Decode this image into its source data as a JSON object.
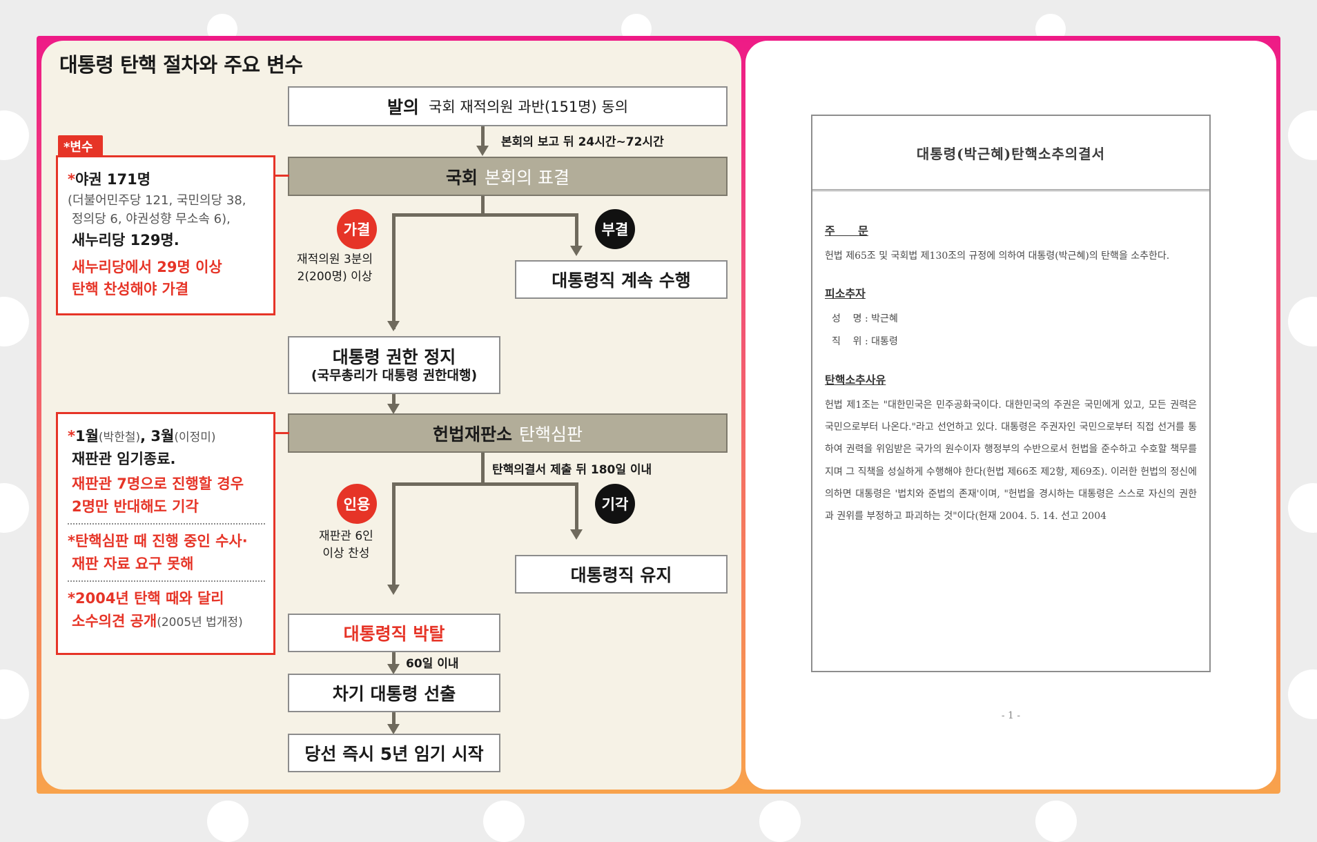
{
  "diagram": {
    "title": "대통령 탄핵 절차와 주요 변수",
    "steps": {
      "proposal_head": "발의",
      "proposal_detail": "국회 재적의원 과반(151명) 동의",
      "note_after_proposal": "본회의 보고 뒤 24시간~72시간",
      "vote_main": "국회",
      "vote_light": "본회의 표결",
      "passed_badge": "가결",
      "passed_condition_1": "재적의원 3분의",
      "passed_condition_2": "2(200명) 이상",
      "rejected_badge": "부결",
      "continue_duties": "대통령직 계속 수행",
      "suspension_main": "대통령 권한 정지",
      "suspension_sub": "(국무총리가 대통령 권한대행)",
      "court_main": "헌법재판소",
      "court_light": "탄핵심판",
      "note_after_court": "탄핵의결서 제출 뒤 180일 이내",
      "upheld_badge": "인용",
      "upheld_condition_1": "재판관 6인",
      "upheld_condition_2": "이상 찬성",
      "dismissed_badge": "기각",
      "keep_office": "대통령직 유지",
      "removal": "대통령직 박탈",
      "note_after_removal": "60일 이내",
      "next_election": "차기 대통령 선출",
      "term_start": "당선 즉시 5년 임기 시작"
    },
    "variables_tag": "*변수",
    "variables_1": {
      "line1": "야권 171명",
      "line2": "(더불어민주당 121, 국민의당 38,",
      "line3": "정의당 6, 야권성향 무소속 6),",
      "line4": "새누리당 129명.",
      "line5": "새누리당에서 29명 이상",
      "line6": "탄핵 찬성해야 가결"
    },
    "variables_2": {
      "line1_a": "1월",
      "line1_b": "(박한철)",
      "line1_c": ", 3월",
      "line1_d": "(이정미)",
      "line2": "재판관 임기종료.",
      "line3": "재판관 7명으로 진행할 경우",
      "line4": "2명만 반대해도 기각",
      "line5": "탄핵심판 때 진행 중인 수사·",
      "line6": "재판 자료 요구 못해",
      "line7": "2004년 탄핵 때와 달리",
      "line8_a": "소수의견 공개",
      "line8_b": "(2005년 법개정)"
    }
  },
  "document": {
    "title": "대통령(박근혜)탄핵소추의결서",
    "section1_heading": "주      문",
    "section1_text": "헌법 제65조 및 국회법 제130조의 규정에 의하여 대통령(박근혜)의 탄핵을 소추한다.",
    "section2_heading": "피소추자",
    "name_field": "성    명 : 박근혜",
    "position_field": "직    위 : 대통령",
    "section3_heading": "탄핵소추사유",
    "section3_text": "헌법 제1조는 \"대한민국은 민주공화국이다. 대한민국의 주권은 국민에게 있고, 모든 권력은 국민으로부터 나온다.\"라고 선언하고 있다. 대통령은 주권자인 국민으로부터 직접 선거를 통하여 권력을 위임받은 국가의 원수이자 행정부의 수반으로서 헌법을 준수하고 수호할 책무를 지며 그 직책을 성실하게 수행해야 한다(헌법 제66조 제2항, 제69조). 이러한 헌법의 정신에 의하면 대통령은 '법치와 준법의 존재'이며, \"헌법을 경시하는 대통령은 스스로 자신의 권한과 권위를 부정하고 파괴하는 것\"이다(헌재 2004. 5. 14. 선고 2004",
    "page_number": "- 1 -"
  },
  "colors": {
    "accent_red": "#e63427",
    "gray_box": "#b2ad99",
    "frame_top": "#ee1a86",
    "frame_bottom": "#f8a24c"
  }
}
